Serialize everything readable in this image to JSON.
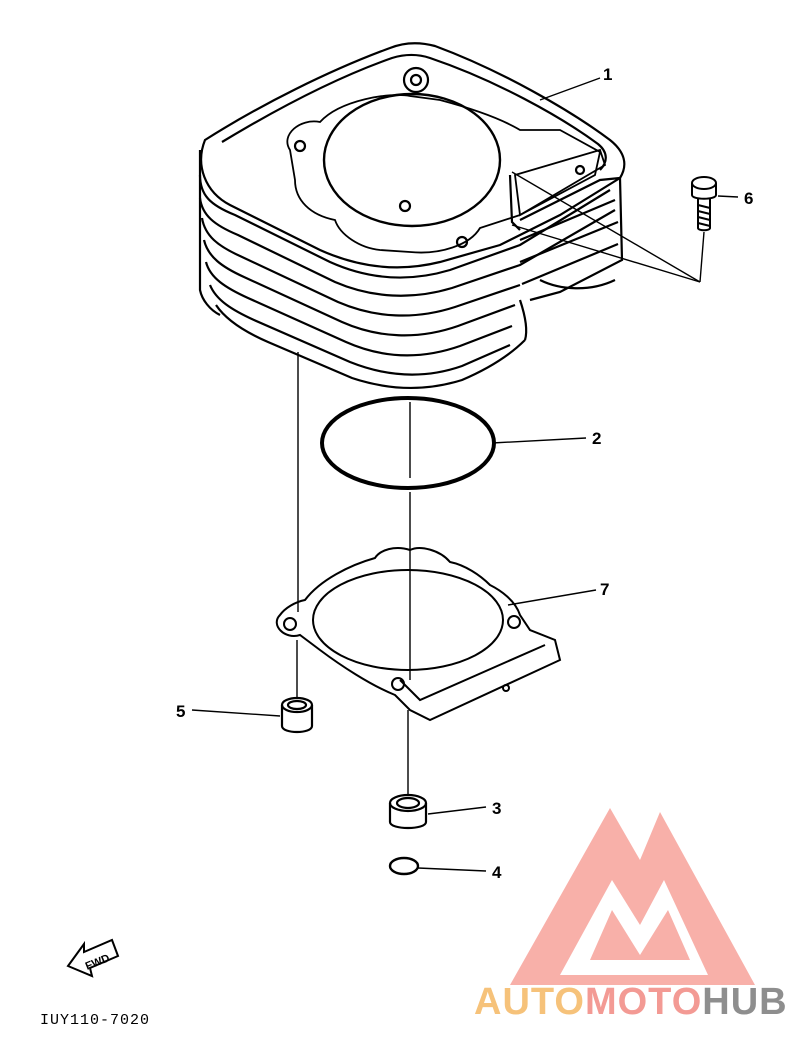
{
  "diagram": {
    "callouts": [
      "1",
      "2",
      "3",
      "4",
      "5",
      "6",
      "7"
    ],
    "direction_label": "FWD",
    "figure_code": "IUY110-7020"
  },
  "watermark": {
    "part1": "AUTO",
    "part2": "MOTO",
    "part3": "HUB",
    "colors": {
      "auto": "#f6c27a",
      "moto": "#f39a94",
      "hub": "#8e8e8e",
      "logo": "#f7a39b"
    }
  }
}
